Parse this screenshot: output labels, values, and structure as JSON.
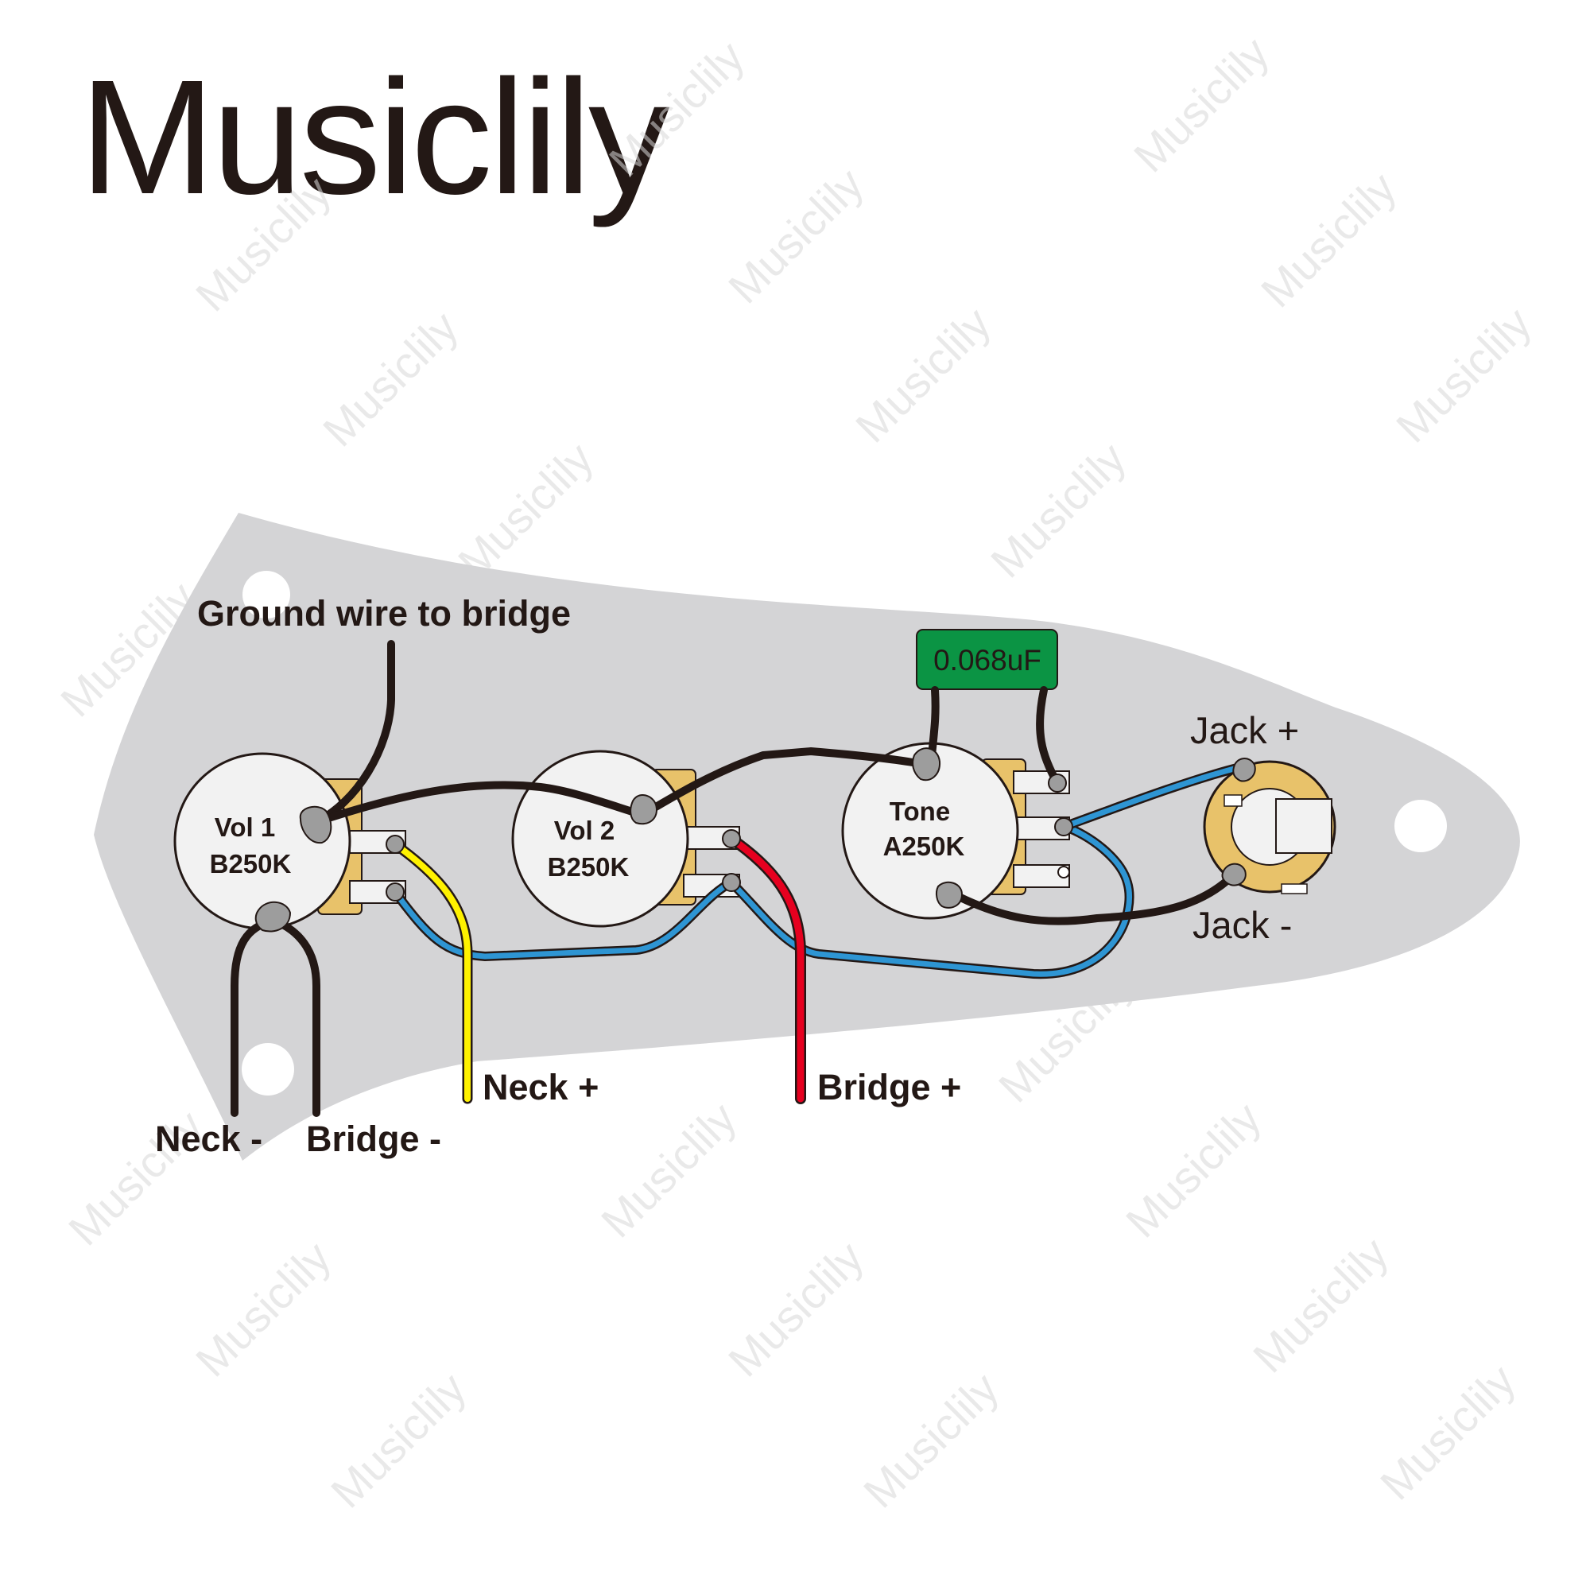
{
  "brand": "Musiclily",
  "watermark": "Musiclily",
  "labels": {
    "ground": "Ground wire to bridge",
    "capacitor": "0.068uF",
    "jack_plus": "Jack +",
    "jack_minus": "Jack -",
    "neck_minus": "Neck -",
    "bridge_minus": "Bridge -",
    "neck_plus": "Neck +",
    "bridge_plus": "Bridge +"
  },
  "pots": [
    {
      "line1": "Vol 1",
      "line2": "B250K"
    },
    {
      "line1": "Vol 2",
      "line2": "B250K"
    },
    {
      "line1": "Tone",
      "line2": "A250K"
    }
  ],
  "colors": {
    "plate": "#d4d4d6",
    "wire_black": "#231815",
    "wire_blue": "#2e95d3",
    "wire_yellow": "#fff200",
    "wire_red": "#e6001f",
    "capacitor": "#0b9444",
    "pot_body": "#f2f2f2",
    "lug_bracket": "#e8c26a",
    "solder": "#9d9d9d"
  }
}
